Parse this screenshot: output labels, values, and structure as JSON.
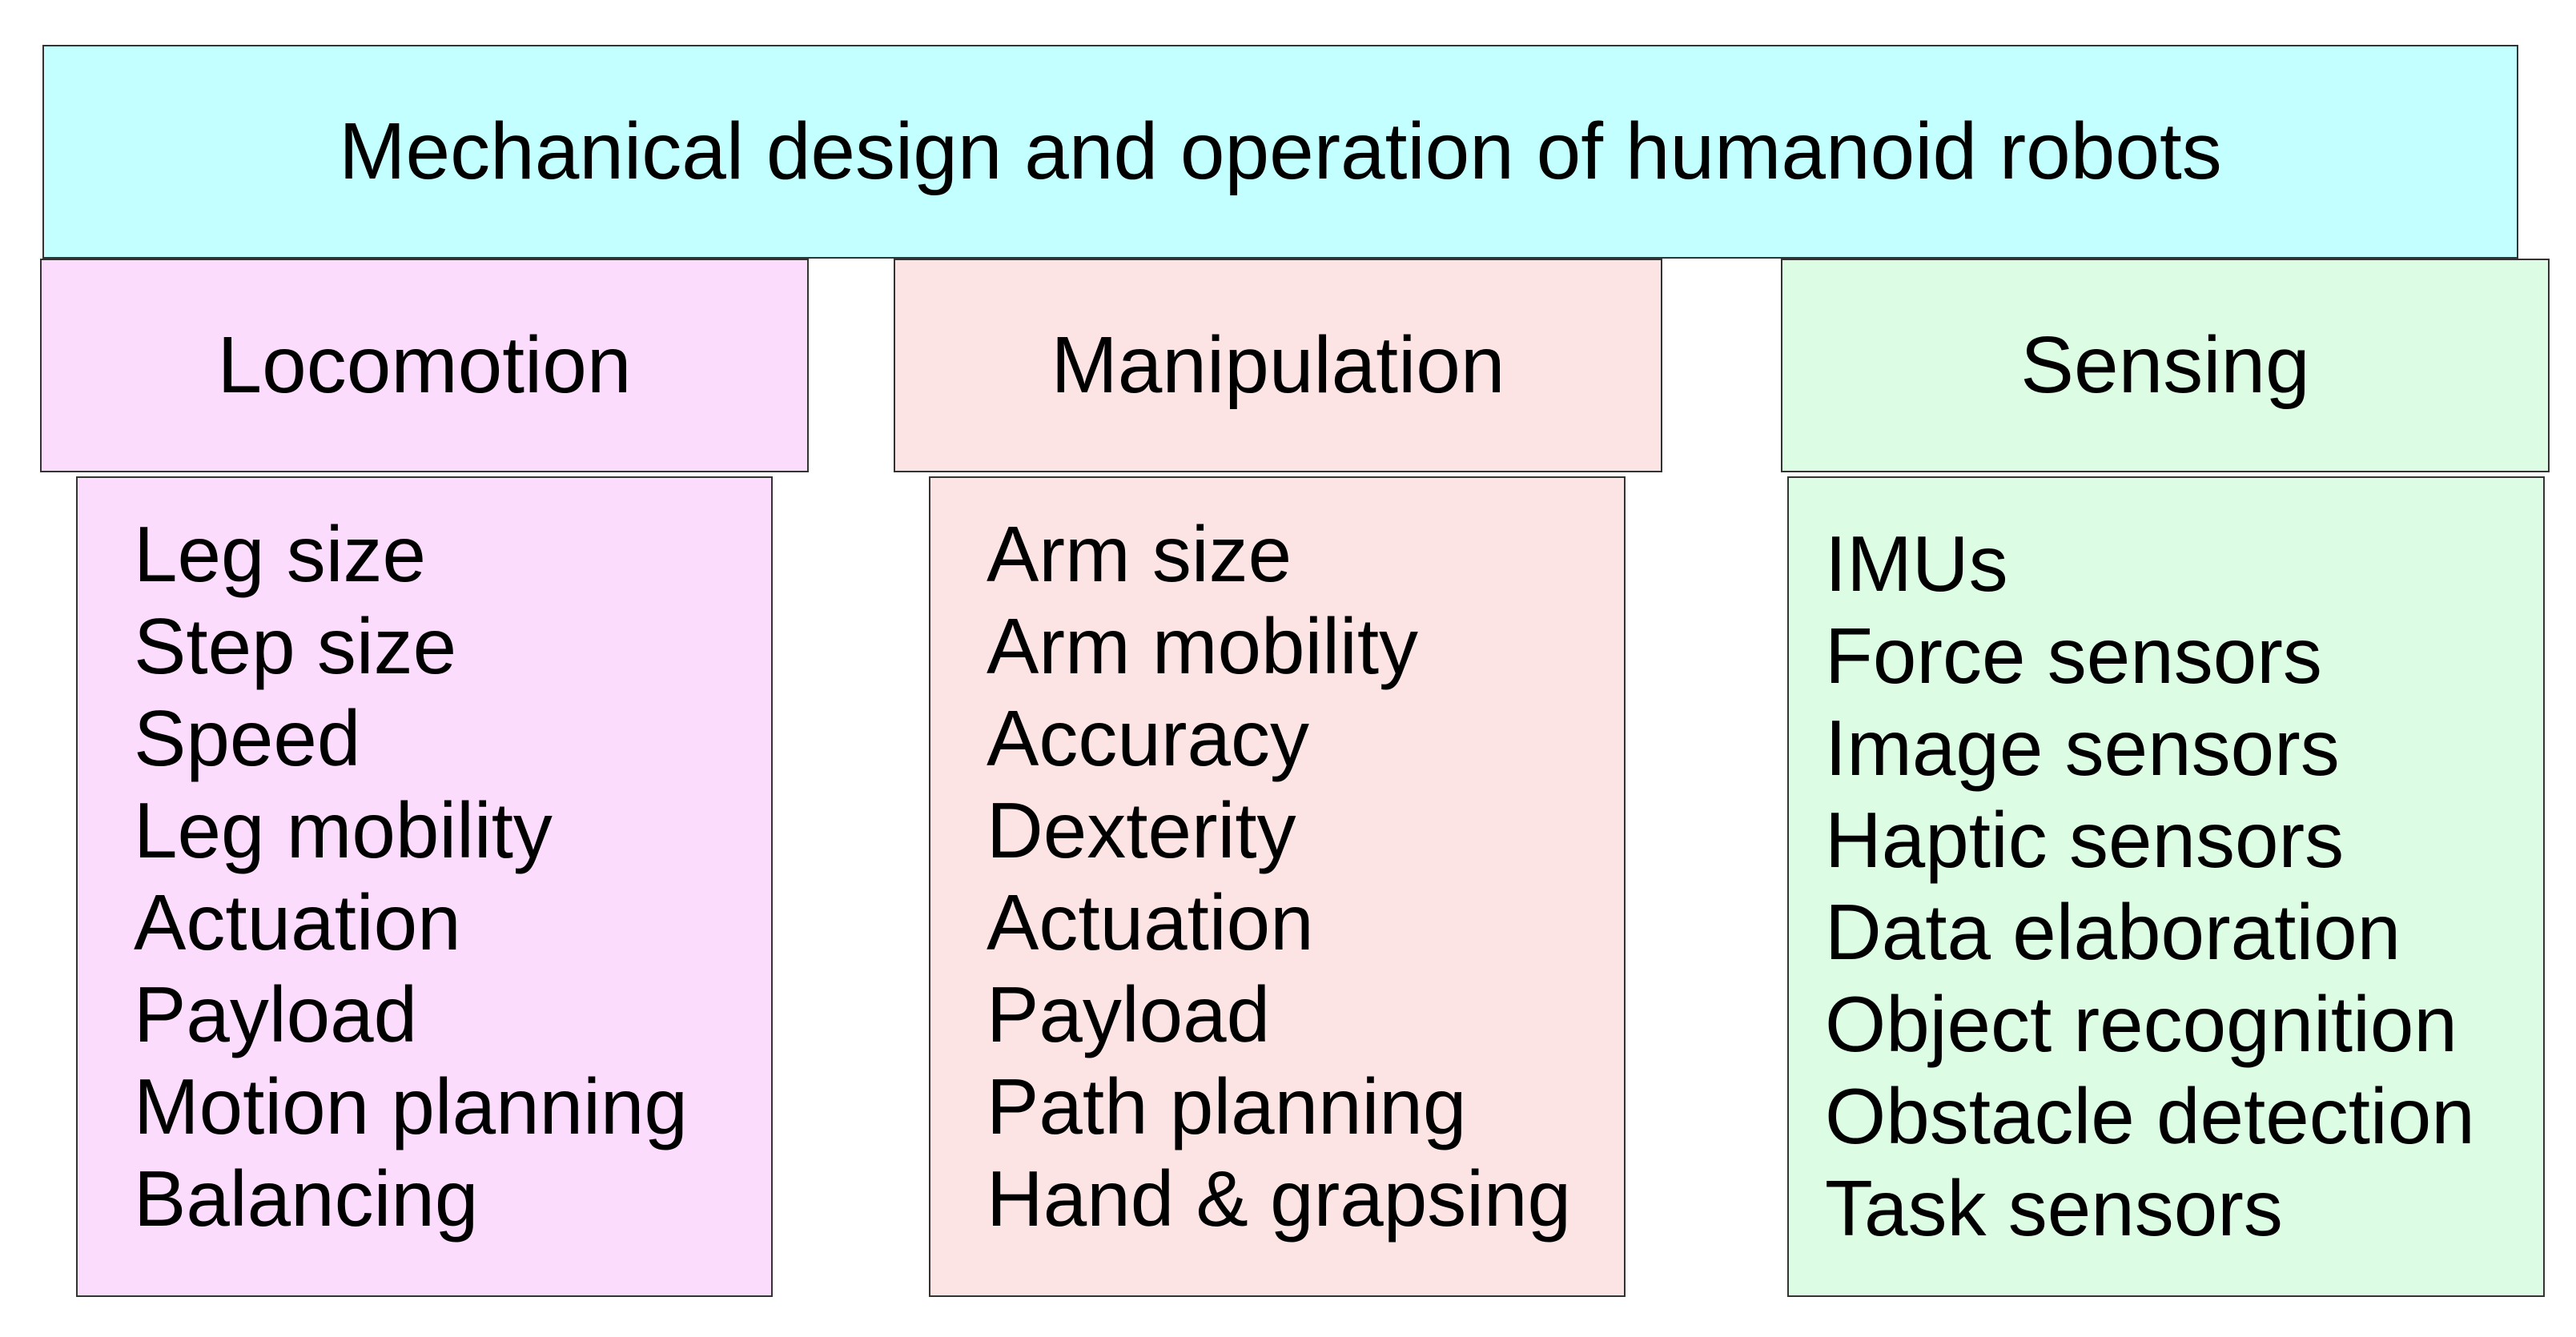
{
  "title": "Mechanical design and operation of humanoid robots",
  "colors": {
    "title_bg": "#c4ffff",
    "locomotion_bg": "#fcdcfc",
    "manipulation_bg": "#fce4e4",
    "sensing_bg": "#dcfce4",
    "border": "#333333"
  },
  "columns": [
    {
      "header": "Locomotion",
      "items": [
        "Leg size",
        "Step size",
        "Speed",
        "Leg mobility",
        "Actuation",
        "Payload",
        "Motion planning",
        "Balancing"
      ]
    },
    {
      "header": "Manipulation",
      "items": [
        "Arm size",
        "Arm mobility",
        "Accuracy",
        "Dexterity",
        "Actuation",
        "Payload",
        "Path planning",
        "Hand & grapsing"
      ]
    },
    {
      "header": "Sensing",
      "items": [
        "IMUs",
        "Force sensors",
        "Image sensors",
        "Haptic sensors",
        "Data elaboration",
        "Object recognition",
        "Obstacle detection",
        "Task sensors"
      ]
    }
  ]
}
